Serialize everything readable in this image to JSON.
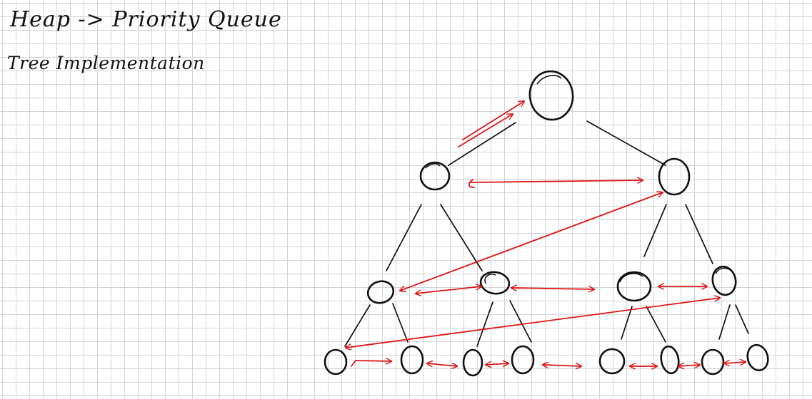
{
  "title": "Heap -> Priority Queue",
  "subtitle": "Tree Implementation",
  "colors": {
    "ink": "#111111",
    "arrow": "#e01515",
    "grid": "#d4d4d4"
  },
  "tree": {
    "levels": 4,
    "node_count": 15,
    "traversal": "level-order arrows between successive nodes"
  }
}
